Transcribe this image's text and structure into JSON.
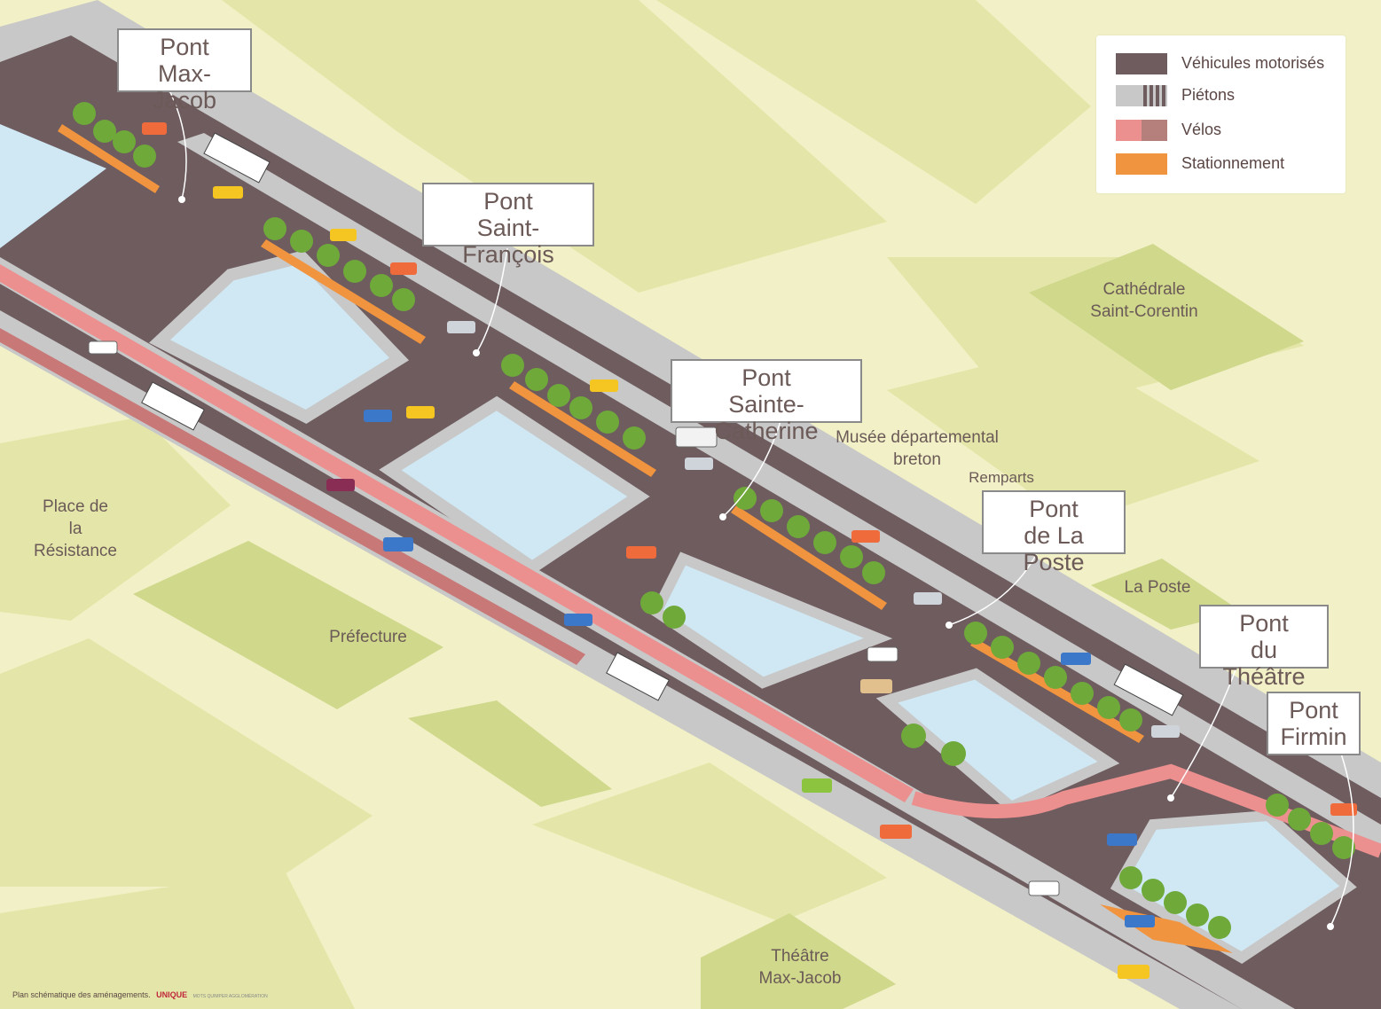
{
  "colors": {
    "background": "#f2f0c6",
    "block_light": "#e4e6a9",
    "block_dark": "#cfd88b",
    "water": "#cfe8f4",
    "road": "#6e5c5f",
    "sidewalk": "#c8c8c8",
    "bike_lane": "#ec8f8f",
    "bike_lane_dark": "#c97878",
    "parking": "#f0943f",
    "tree": "#6ea93a"
  },
  "callouts": [
    {
      "id": "max-jacob",
      "lines": [
        "Pont",
        "Max-Jacob"
      ]
    },
    {
      "id": "saint-francois",
      "lines": [
        "Pont",
        "Saint-François"
      ]
    },
    {
      "id": "sainte-catherine",
      "lines": [
        "Pont",
        "Sainte-Catherine"
      ]
    },
    {
      "id": "la-poste",
      "lines": [
        "Pont",
        "de La Poste"
      ]
    },
    {
      "id": "theatre",
      "lines": [
        "Pont",
        "du Théâtre"
      ]
    },
    {
      "id": "firmin",
      "lines": [
        "Pont",
        "Firmin"
      ]
    }
  ],
  "places": {
    "cathedrale": [
      "Cathédrale",
      "Saint-Corentin"
    ],
    "musee": [
      "Musée départemental",
      "breton"
    ],
    "remparts": "Remparts",
    "la_poste": "La Poste",
    "resistance": [
      "Place de",
      "la Résistance"
    ],
    "prefecture": "Préfecture",
    "theatre_max_jacob": [
      "Théâtre",
      "Max-Jacob"
    ]
  },
  "legend": [
    {
      "label": "Véhicules motorisés",
      "swatch": "road",
      "colors": [
        "#6e5c5f"
      ]
    },
    {
      "label": "Piétons",
      "swatch": "pedestrian",
      "colors": [
        "#c8c8c8",
        "#6e5c5f"
      ]
    },
    {
      "label": "Vélos",
      "swatch": "bike",
      "colors": [
        "#ec8f8f",
        "#b57f7c"
      ]
    },
    {
      "label": "Stationnement",
      "swatch": "parking",
      "colors": [
        "#f0943f"
      ]
    }
  ],
  "footer": {
    "caption": "Plan schématique des aménagements.",
    "brand": "UNIQUE",
    "small": "MOTS QUIMPER AGGLOMÉRATION"
  }
}
